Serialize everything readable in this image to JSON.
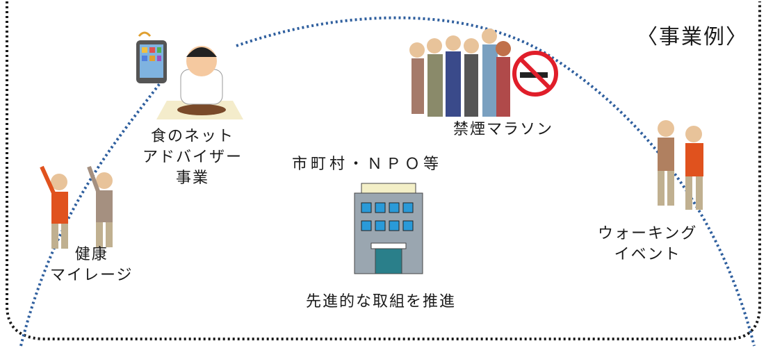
{
  "heading": "〈事業例〉",
  "center": {
    "org_label": "市町村・ＮＰＯ等",
    "caption": "先進的な取組を推進"
  },
  "examples": {
    "food_advisor": [
      "食のネット",
      "アドバイザー",
      "事業"
    ],
    "anti_smoking": "禁煙マラソン",
    "health_mileage": [
      "健康",
      "マイレージ"
    ],
    "walking_event": [
      "ウォーキング",
      "イベント"
    ]
  },
  "colors": {
    "frame_dots": "#1a1a1a",
    "arc_dots": "#2f5f9e",
    "building_windows": "#2a9ad8",
    "no_smoking_red": "#e01e2a"
  }
}
